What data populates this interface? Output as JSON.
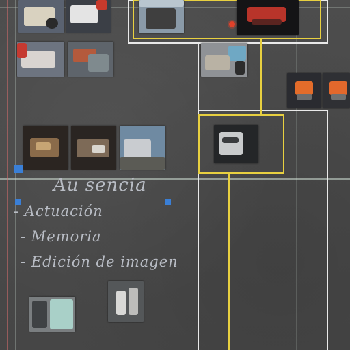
{
  "board": {
    "heading": "Au sencia",
    "list_items": [
      "- Actuación",
      "- Memoria",
      "- Edición de imagen"
    ]
  },
  "colors": {
    "board_background": "#4a4a4a",
    "chalk_text": "#b8bcc4",
    "yellow_line": "#e8d040",
    "white_line": "#e9e9e9",
    "red_margin": "#d76e6e",
    "marker_blue": "#3a7fd6",
    "pin_red": "#e0412a"
  },
  "icons": {
    "pin": "red-pushpin",
    "marker": "blue-square-marker"
  }
}
